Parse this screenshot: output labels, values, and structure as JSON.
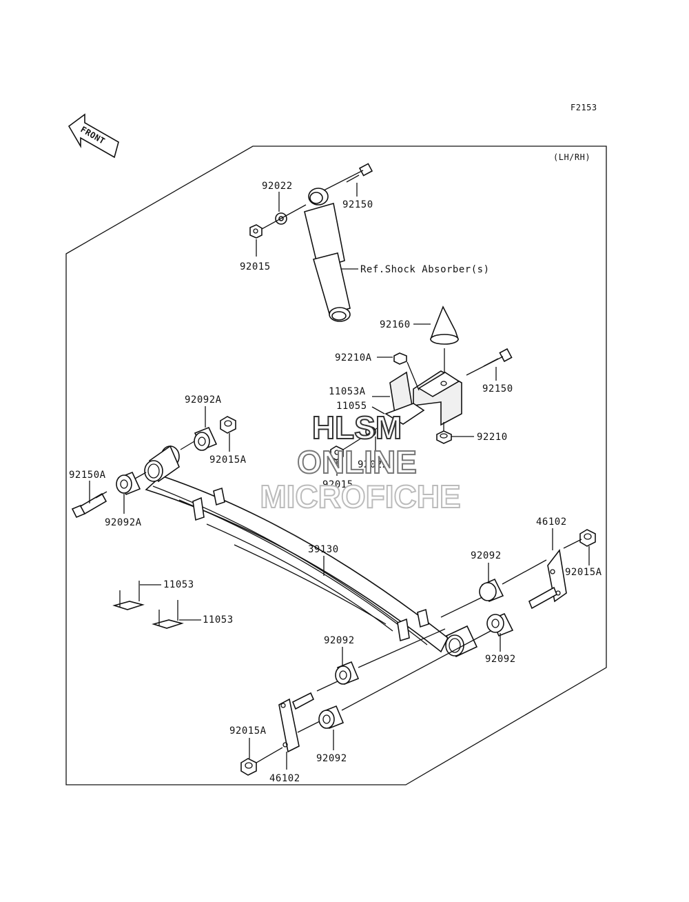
{
  "figure_id": "F2153",
  "side_note": "(LH/RH)",
  "front_label": "FRONT",
  "watermark": {
    "line1": "HLSM",
    "line2": "ONLINE",
    "line3": "MICROFICHE"
  },
  "callouts": {
    "c92022_top": "92022",
    "c92150_top": "92150",
    "c92015_top": "92015",
    "shock_ref": "Ref.Shock Absorber(s)",
    "c92160": "92160",
    "c92210A": "92210A",
    "c92150_mid": "92150",
    "c11053A": "11053A",
    "c11055": "11055",
    "c92210": "92210",
    "c92092A_top": "92092A",
    "c92015A_top": "92015A",
    "c92022_mid": "92022",
    "c92015_mid": "92015",
    "c92150A": "92150A",
    "c92092A_bot": "92092A",
    "c46102_right": "46102",
    "c92015A_right": "92015A",
    "c39130": "39130",
    "c92092_r1": "92092",
    "c92092_r2": "92092",
    "c11053_1": "11053",
    "c11053_2": "11053",
    "c92092_m": "92092",
    "c92015A_bot": "92015A",
    "c92092_b": "92092",
    "c46102_bot": "46102"
  }
}
